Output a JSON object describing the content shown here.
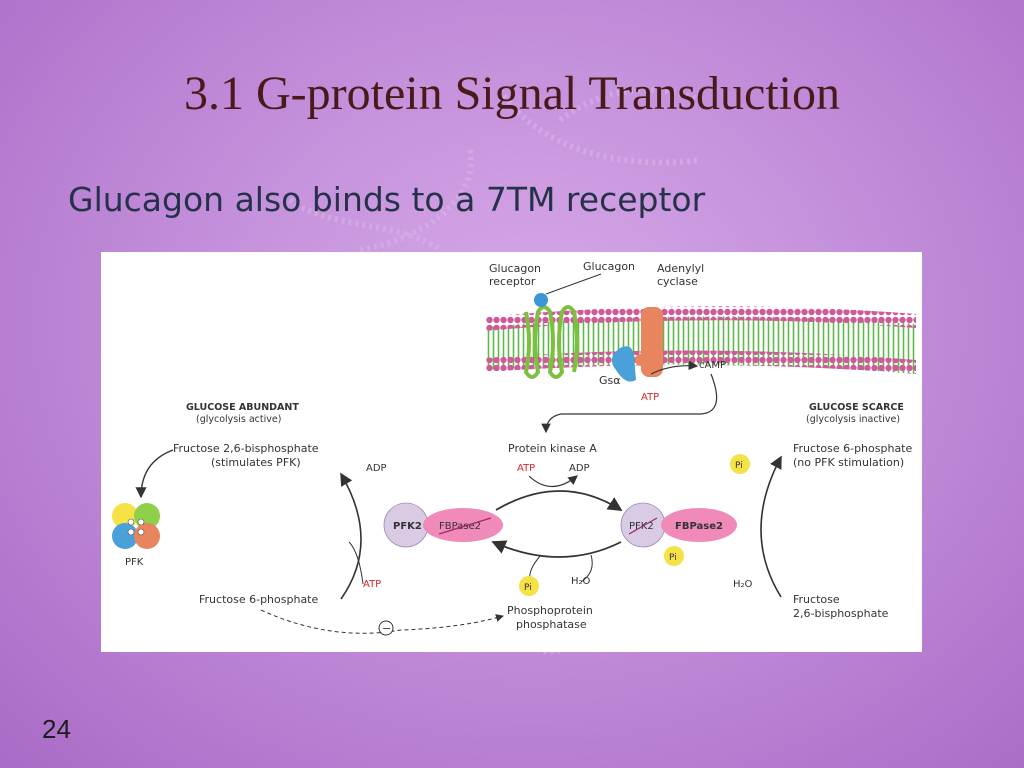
{
  "slide": {
    "title": "3.1 G-protein Signal Transduction",
    "subtitle": "Glucagon also binds to a 7TM receptor",
    "page_number": "24"
  },
  "figure": {
    "labels": {
      "glucagon_receptor_1": "Glucagon",
      "glucagon_receptor_2": "receptor",
      "glucagon": "Glucagon",
      "adenylyl_cyclase_1": "Adenylyl",
      "adenylyl_cyclase_2": "cyclase",
      "gs_alpha": "Gsα",
      "camp": "cAMP",
      "atp_top": "ATP",
      "glucose_abundant": "GLUCOSE ABUNDANT",
      "glycolysis_active": "(glycolysis active)",
      "glucose_scarce": "GLUCOSE SCARCE",
      "glycolysis_inactive": "(glycolysis inactive)",
      "f26bp_left_1": "Fructose 2,6-bisphosphate",
      "f26bp_left_2": "(stimulates PFK)",
      "f6p_right_1": "Fructose 6-phosphate",
      "f6p_right_2": "(no PFK stimulation)",
      "protein_kinase_a": "Protein kinase A",
      "pka_atp": "ATP",
      "pka_adp": "ADP",
      "adp_left": "ADP",
      "atp_left": "ATP",
      "pfk2_left": "PFK2",
      "fbpase2_left": "FBPase2",
      "pfk2_right": "PFK2",
      "fbpase2_right": "FBPase2",
      "pi_right": "Pi",
      "pi_top_right": "Pi",
      "pi_phosphatase": "Pi",
      "h2o_center": "H₂O",
      "h2o_right": "H₂O",
      "pfk": "PFK",
      "f6p_left": "Fructose 6-phosphate",
      "phosphoprotein_1": "Phosphoprotein",
      "phosphoprotein_2": "phosphatase",
      "f26bp_right_1": "Fructose",
      "f26bp_right_2": "2,6-bisphosphate",
      "inhibition": "−"
    },
    "colors": {
      "membrane_head": "#cf5a9a",
      "membrane_tail": "#5cba4a",
      "receptor": "#8fd04a",
      "cyclase": "#e8855e",
      "gs_protein": "#4aa0d8",
      "glucagon_ball": "#3a96d6",
      "pfk2_domain": "#d9cbe4",
      "fbpase2_domain": "#f08ab8",
      "pi_ball": "#f5e246",
      "atp_text": "#d62828",
      "arrow": "#333333"
    }
  }
}
